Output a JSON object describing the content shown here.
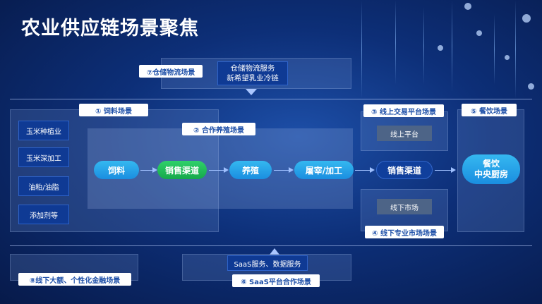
{
  "title": "农业供应链场景聚焦",
  "scenes": {
    "s1": "① 饲料场景",
    "s2": "② 合作养殖场景",
    "s3": "③ 线上交易平台场景",
    "s4": "④ 线下专业市场场景",
    "s5": "⑤ 餐饮场景",
    "s6": "⑥ SaaS平台合作场景",
    "s7": "⑦仓储物流场景",
    "s8": "⑧线下大额、个性化金融场景"
  },
  "warehouse_service": [
    "仓储物流服务",
    "新希望乳业冷链"
  ],
  "raw_materials": [
    "玉米种植业",
    "玉米深加工",
    "油粕/油脂",
    "添加剂等"
  ],
  "flow": {
    "feed": "饲料",
    "sales_channel_1": "销售渠道",
    "breeding": "养殖",
    "slaughter": "屠宰/加工",
    "sales_channel_2": "销售渠道",
    "catering": [
      "餐饮",
      "中央厨房"
    ]
  },
  "online_platform": "线上平台",
  "offline_market": "线下市场",
  "saas_service": "SaaS服务、数据服务"
}
